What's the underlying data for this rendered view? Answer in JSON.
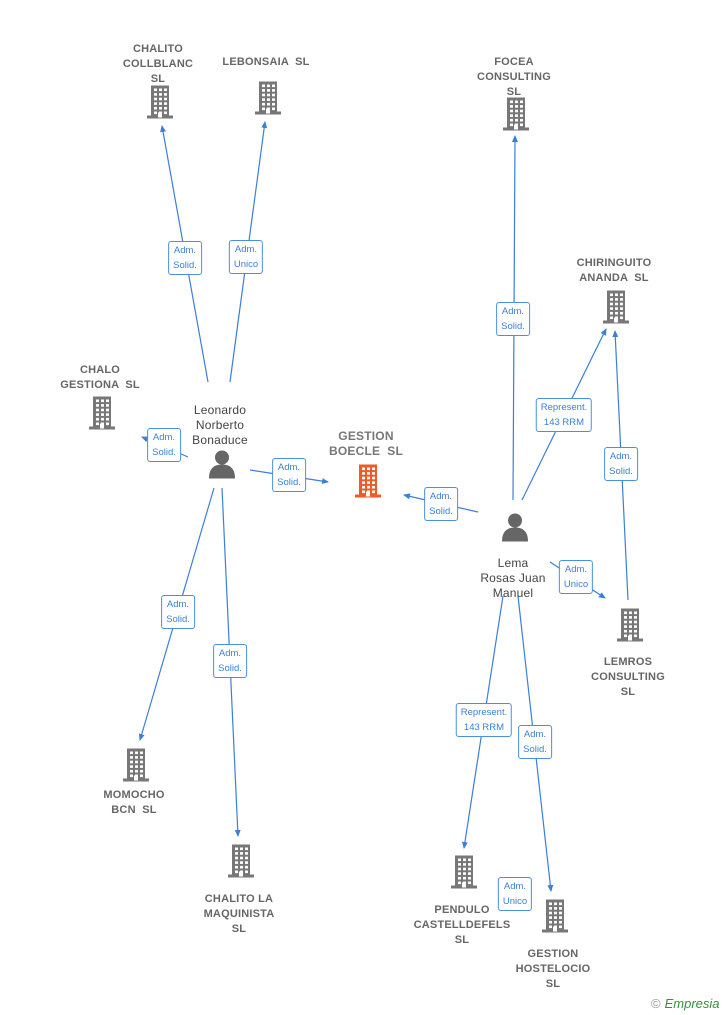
{
  "focal": {
    "id": "gestion_boecle",
    "label": "GESTION\nBOECLE  SL",
    "color": "#f05a28"
  },
  "companies": [
    {
      "id": "chalito_collblanc",
      "label": "CHALITO\nCOLLBLANC\nSL"
    },
    {
      "id": "lebonsaia",
      "label": "LEBONSAIA  SL"
    },
    {
      "id": "chalo_gestiona",
      "label": "CHALO\nGESTIONA  SL"
    },
    {
      "id": "momocho",
      "label": "MOMOCHO\nBCN  SL"
    },
    {
      "id": "chalito_maquinista",
      "label": "CHALITO LA\nMAQUINISTA\nSL"
    },
    {
      "id": "focea",
      "label": "FOCEA\nCONSULTING\nSL"
    },
    {
      "id": "chiringuito",
      "label": "CHIRINGUITO\nANANDA  SL"
    },
    {
      "id": "lemros",
      "label": "LEMROS\nCONSULTING\nSL"
    },
    {
      "id": "pendulo",
      "label": "PENDULO\nCASTELLDEFELS\nSL"
    },
    {
      "id": "gestion_hostelocio",
      "label": "GESTION\nHOSTELOCIO\nSL"
    }
  ],
  "persons": [
    {
      "id": "leonardo",
      "label": "Leonardo\nNorberto\nBonaduce"
    },
    {
      "id": "lema",
      "label": "Lema\nRosas Juan\nManuel"
    }
  ],
  "edges": [
    {
      "from": "leonardo",
      "to": "chalito_collblanc",
      "label": "Adm.\nSolid."
    },
    {
      "from": "leonardo",
      "to": "lebonsaia",
      "label": "Adm.\nUnico"
    },
    {
      "from": "leonardo",
      "to": "chalo_gestiona",
      "label": "Adm.\nSolid."
    },
    {
      "from": "leonardo",
      "to": "gestion_boecle",
      "label": "Adm.\nSolid."
    },
    {
      "from": "leonardo",
      "to": "momocho",
      "label": "Adm.\nSolid."
    },
    {
      "from": "leonardo",
      "to": "chalito_maquinista",
      "label": "Adm.\nSolid."
    },
    {
      "from": "lema",
      "to": "gestion_boecle",
      "label": "Adm.\nSolid."
    },
    {
      "from": "lema",
      "to": "focea",
      "label": "Adm.\nSolid."
    },
    {
      "from": "lema",
      "to": "chiringuito",
      "label": "Represent.\n143 RRM"
    },
    {
      "from": "lemros",
      "to": "chiringuito",
      "label": "Adm.\nSolid."
    },
    {
      "from": "lema",
      "to": "lemros",
      "label": "Adm.\nUnico"
    },
    {
      "from": "lema",
      "to": "pendulo",
      "label": "Represent.\n143 RRM"
    },
    {
      "from": "lema",
      "to": "gestion_hostelocio",
      "label": "Adm.\nSolid."
    },
    {
      "from": "pendulo",
      "to": "gestion_hostelocio",
      "label": "Adm.\nUnico"
    }
  ],
  "colors": {
    "edge": "#3a7fd8",
    "company_icon": "#777777",
    "focal_icon": "#f05a28",
    "person_icon": "#666666"
  },
  "brand": {
    "copyright": "©",
    "name": "Empresia"
  }
}
